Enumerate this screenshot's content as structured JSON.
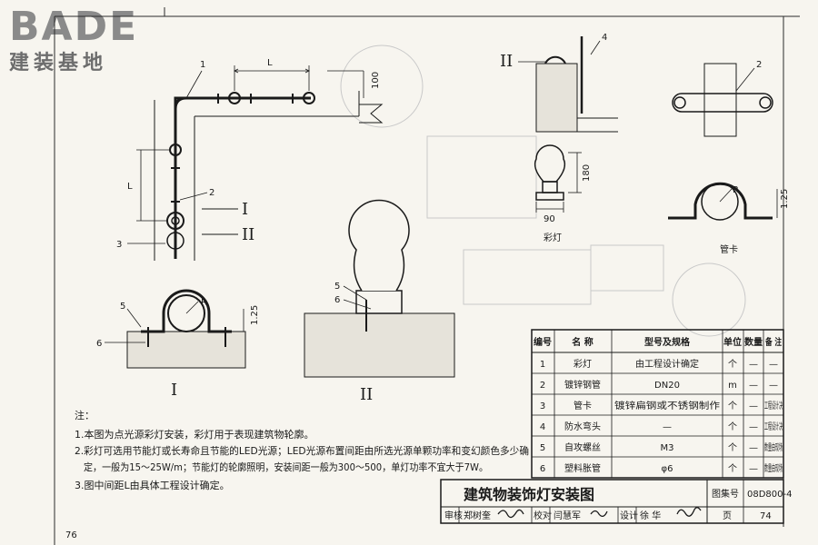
{
  "logo": {
    "brand": "BADE",
    "subtitle": "建装基地"
  },
  "page_number": "76",
  "drawing_title": "建筑物装饰灯安装图",
  "atlas_label": "图集号",
  "atlas_number": "08D800-4",
  "page_label": "页",
  "sheet_page": "74",
  "signoff": {
    "review_label": "审核",
    "reviewer": "郑树奎",
    "check_label": "校对",
    "checker": "闫慧军",
    "design_label": "设计",
    "designer": "徐 华"
  },
  "callouts": {
    "c1": "1",
    "c2": "2",
    "c3": "3",
    "c4": "4",
    "c5": "5",
    "c6": "6",
    "c2b": "2",
    "c5b": "5",
    "c6b": "6"
  },
  "section_marks": {
    "I": "I",
    "II": "II"
  },
  "dimensions": {
    "L": "L",
    "d100": "100",
    "d180": "180",
    "d90": "90",
    "R": "R",
    "d125": "1.25"
  },
  "figure_labels": {
    "section_I": "I",
    "section_II": "II",
    "lamp": "彩灯",
    "clamp": "管卡"
  },
  "notes": {
    "heading": "注：",
    "n1": "1.本图为点光源彩灯安装，彩灯用于表现建筑物轮廓。",
    "n2a": "2.彩灯可选用节能灯或长寿命且节能的LED光源；LED光源布置间距由所选光源单颗功率和变幻颜色多少确",
    "n2b": "定，一般为15～25W/m；节能灯的轮廓照明，安装间距一般为300～500，单灯功率不宜大于7W。",
    "n3": "3.图中间距L由具体工程设计确定。"
  },
  "table": {
    "headers": [
      "编号",
      "名 称",
      "型号及规格",
      "单位",
      "数量",
      "备 注"
    ],
    "rows": [
      [
        "1",
        "彩灯",
        "由工程设计确定",
        "个",
        "—",
        "—"
      ],
      [
        "2",
        "镀锌钢管",
        "DN20",
        "m",
        "—",
        "—"
      ],
      [
        "3",
        "管卡",
        "镀锌扁钢或不锈钢制作",
        "个",
        "—",
        "工程设计决"
      ],
      [
        "4",
        "防水弯头",
        "—",
        "个",
        "—",
        "工程设计决"
      ],
      [
        "5",
        "自攻螺丝",
        "M3",
        "个",
        "—",
        "数量由现场"
      ],
      [
        "6",
        "塑料胀管",
        "φ6",
        "个",
        "—",
        "数量由现场"
      ]
    ]
  }
}
